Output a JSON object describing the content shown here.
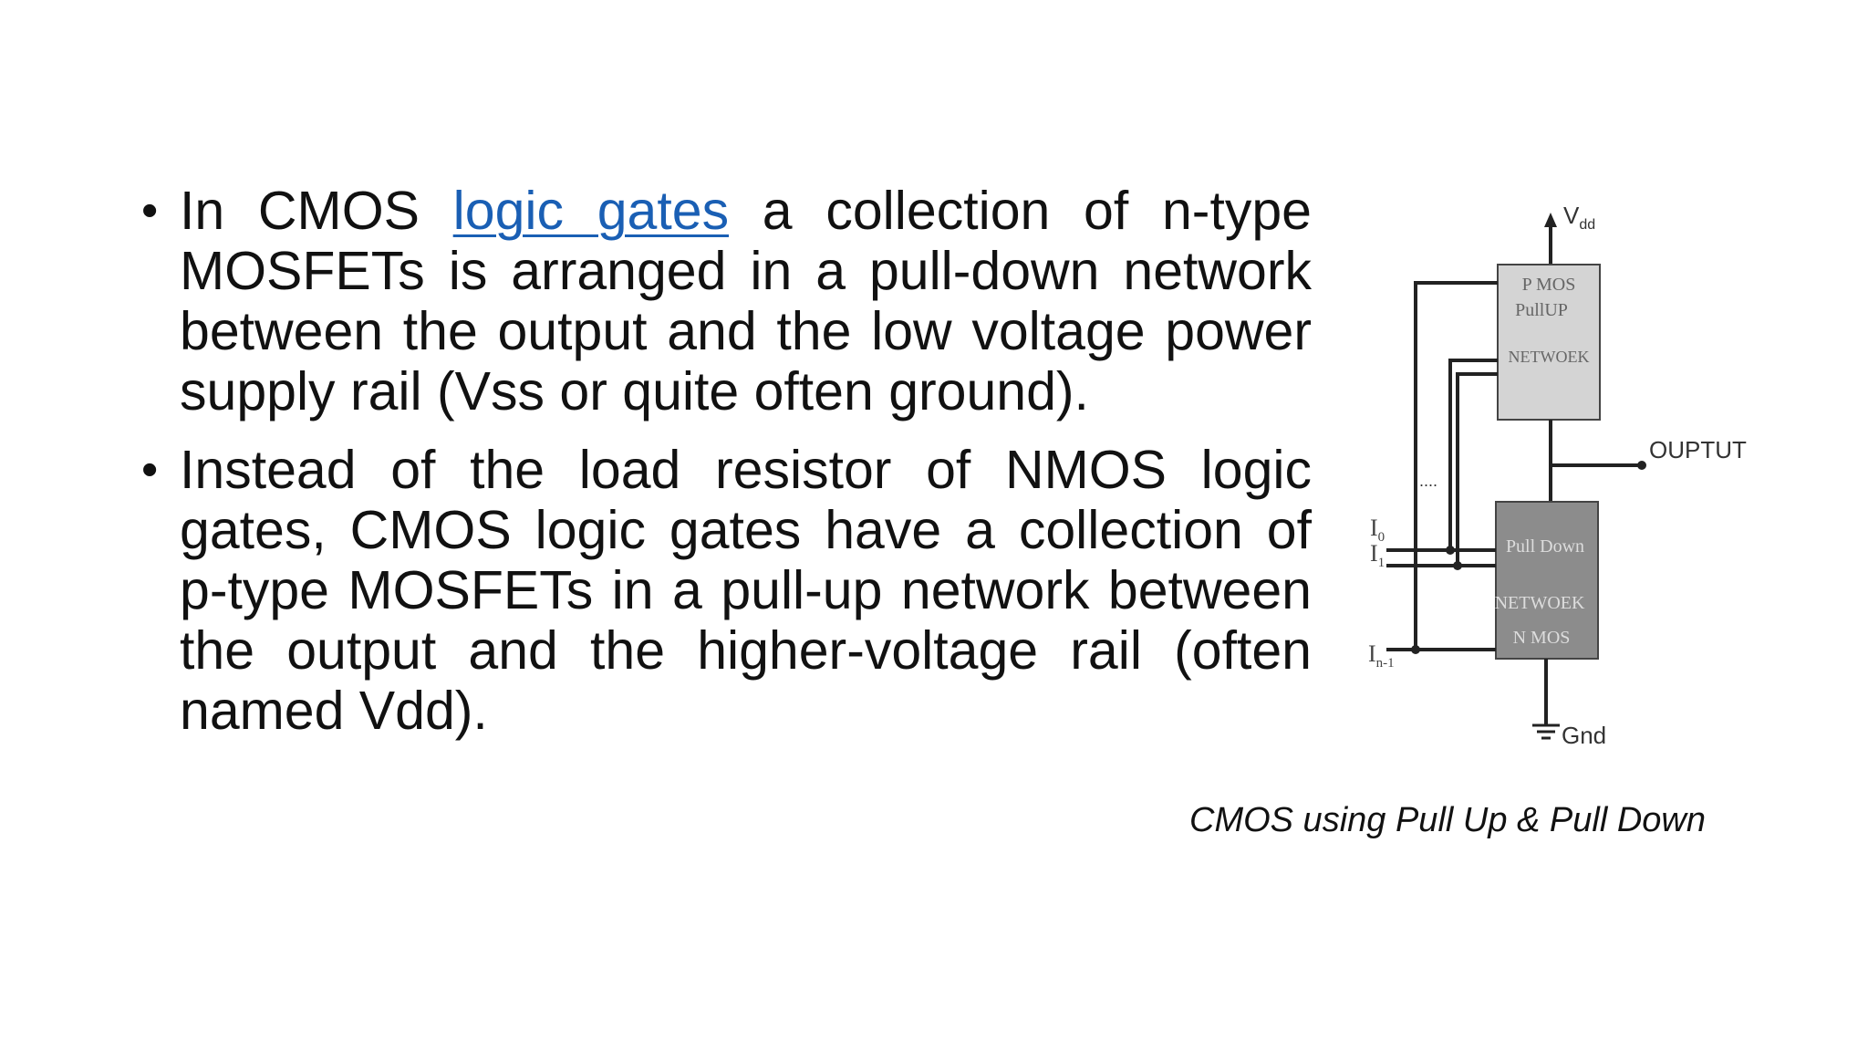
{
  "bullets": [
    {
      "pre": "In CMOS ",
      "link": "logic gates",
      "post": " a collection of n-type MOSFETs is arranged in a pull-down network between the output and the low voltage power supply rail (Vss or quite often ground)."
    },
    {
      "text": "Instead of the load resistor of NMOS logic gates, CMOS logic gates have a collection of p-type MOSFETs in a pull-up network between the output and the higher-voltage rail (often named Vdd)."
    }
  ],
  "bullet_symbol": "•",
  "figure": {
    "vdd_main": "V",
    "vdd_sub": "dd",
    "pmos_line1": "P MOS",
    "pmos_line2": "PullUP",
    "pmos_line3": "NETWOEK",
    "nmos_line1": "Pull Down",
    "nmos_line2": "NETWOEK",
    "nmos_line3": "N MOS",
    "output_label": "OUPTUT",
    "gnd_label": "Gnd",
    "input0_main": "I",
    "input0_sub": "0",
    "input1_main": "I",
    "input1_sub": "1",
    "inputn_main": "I",
    "inputn_sub": "n-1",
    "ellipsis": "....",
    "pmos_fill": "#d4d4d4",
    "nmos_fill": "#8c8c8c"
  },
  "caption": "CMOS using Pull Up & Pull Down",
  "colors": {
    "text": "#111111",
    "link": "#1a5fb4",
    "background": "#ffffff"
  }
}
